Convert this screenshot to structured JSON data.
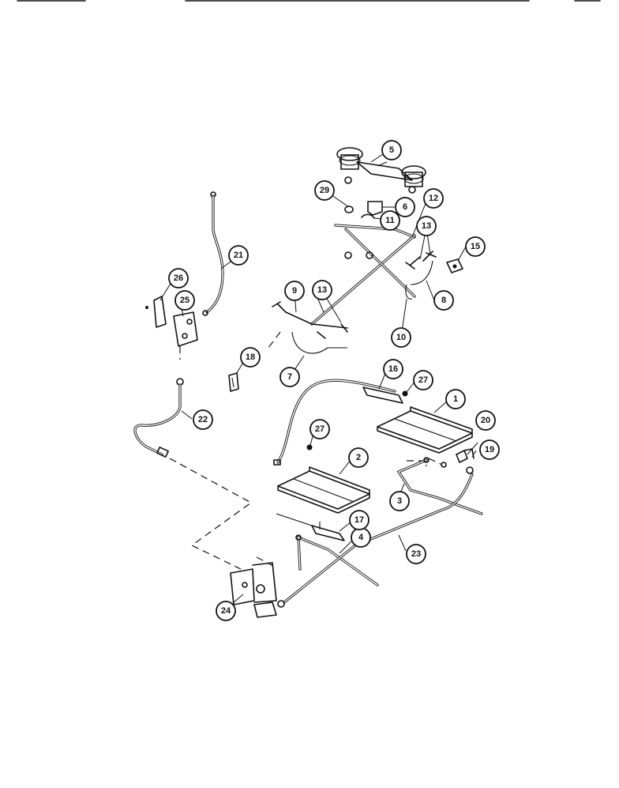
{
  "callouts": [
    {
      "id": "c1",
      "label": "1"
    },
    {
      "id": "c2",
      "label": "2"
    },
    {
      "id": "c3",
      "label": "3"
    },
    {
      "id": "c4",
      "label": "4"
    },
    {
      "id": "c5",
      "label": "5"
    },
    {
      "id": "c6",
      "label": "6"
    },
    {
      "id": "c7",
      "label": "7"
    },
    {
      "id": "c8",
      "label": "8"
    },
    {
      "id": "c9",
      "label": "9"
    },
    {
      "id": "c10",
      "label": "10"
    },
    {
      "id": "c11",
      "label": "11"
    },
    {
      "id": "c12",
      "label": "12"
    },
    {
      "id": "c13a",
      "label": "13"
    },
    {
      "id": "c13b",
      "label": "13"
    },
    {
      "id": "c15",
      "label": "15"
    },
    {
      "id": "c16",
      "label": "16"
    },
    {
      "id": "c17",
      "label": "17"
    },
    {
      "id": "c18",
      "label": "18"
    },
    {
      "id": "c19",
      "label": "19"
    },
    {
      "id": "c20",
      "label": "20"
    },
    {
      "id": "c21",
      "label": "21"
    },
    {
      "id": "c22",
      "label": "22"
    },
    {
      "id": "c23",
      "label": "23"
    },
    {
      "id": "c24",
      "label": "24"
    },
    {
      "id": "c25",
      "label": "25"
    },
    {
      "id": "c26",
      "label": "26"
    },
    {
      "id": "c27a",
      "label": "27"
    },
    {
      "id": "c27b",
      "label": "27"
    },
    {
      "id": "c29",
      "label": "29"
    }
  ]
}
